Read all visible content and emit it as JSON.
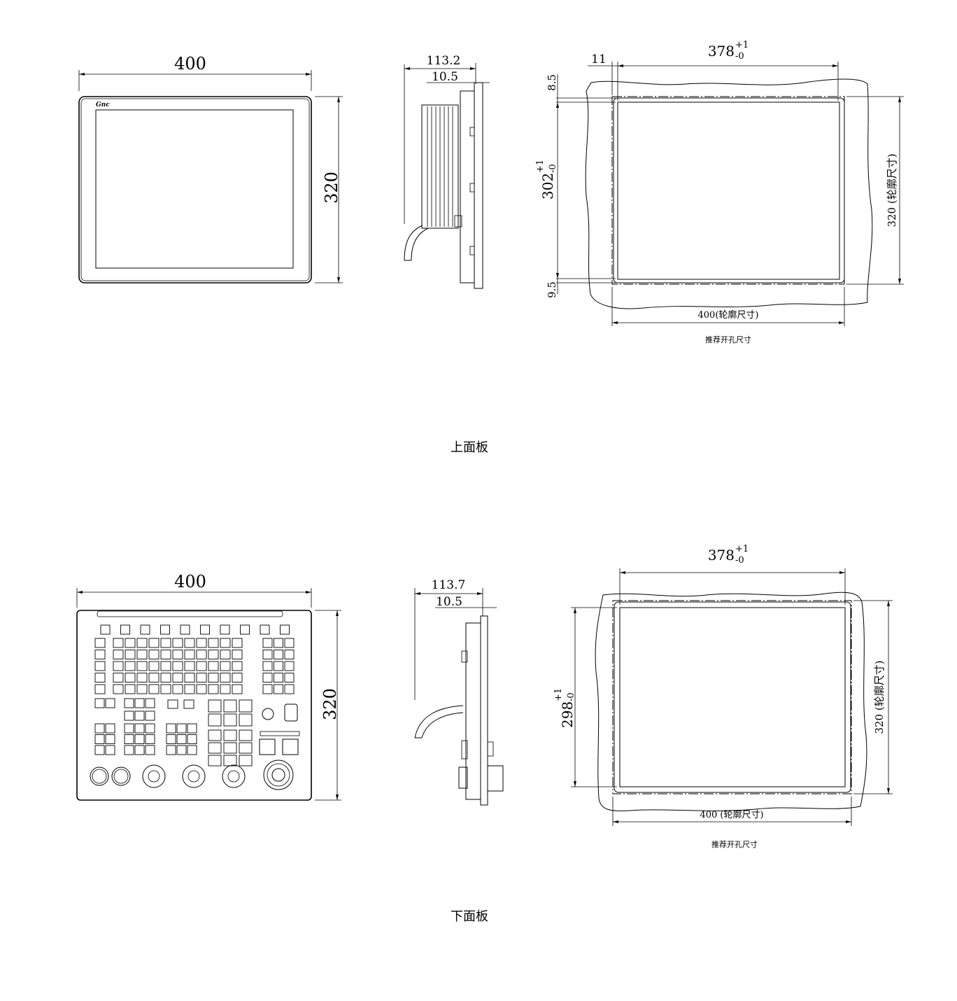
{
  "upper_panel": {
    "caption": "上面板",
    "front_view": {
      "width": "400",
      "height": "320",
      "logo": "Gnc"
    },
    "side_view": {
      "depth": "113.2",
      "flange": "10.5"
    },
    "cutout": {
      "left_offset": "11",
      "width_base": "378",
      "width_tol_plus": "+1",
      "width_tol_minus": "-0",
      "top_margin": "8.5",
      "bottom_margin": "9.5",
      "height_base": "302",
      "height_tol_plus": "+1",
      "height_tol_minus": "-0",
      "outline_width": "400(轮廓尺寸)",
      "outline_height": "320 (轮廓尺寸)",
      "note": "推荐开孔尺寸"
    }
  },
  "lower_panel": {
    "caption": "下面板",
    "front_view": {
      "width": "400",
      "height": "320"
    },
    "side_view": {
      "depth": "113.7",
      "flange": "10.5"
    },
    "cutout": {
      "width_base": "378",
      "width_tol_plus": "+1",
      "width_tol_minus": "-0",
      "height_base": "298",
      "height_tol_plus": "+1",
      "height_tol_minus": "-0",
      "outline_width": "400 (轮廓尺寸)",
      "outline_height": "320 (轮廓尺寸)",
      "note": "推荐开孔尺寸"
    }
  }
}
